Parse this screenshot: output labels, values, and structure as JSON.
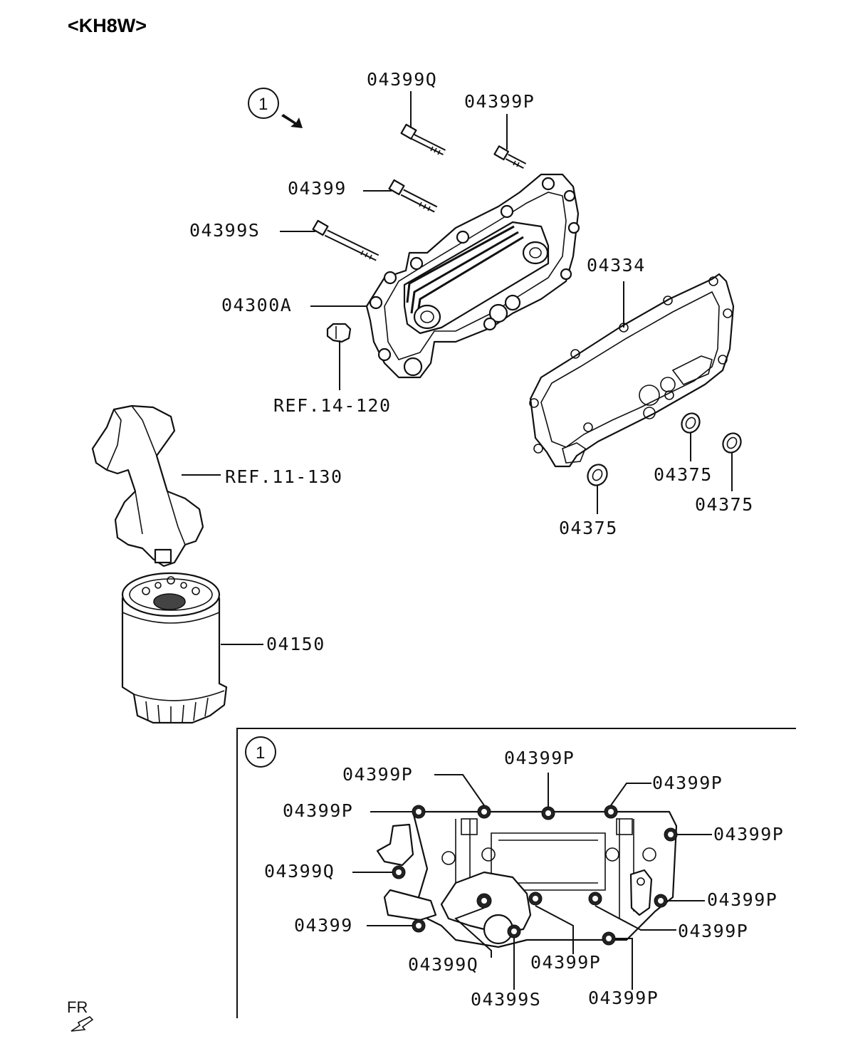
{
  "header": {
    "model_code": "<KH8W>"
  },
  "callout_number": "1",
  "fr_label": "FR",
  "main_labels": {
    "bolt_q": "04399Q",
    "bolt_p": "04399P",
    "bolt": "04399",
    "bolt_s": "04399S",
    "oil_cooler": "04300A",
    "gasket": "04334",
    "ref_14": "REF.14-120",
    "ref_11": "REF.11-130",
    "oring_a": "04375",
    "oring_b": "04375",
    "oring_c": "04375",
    "oil_filter": "04150"
  },
  "detail_labels": {
    "top_center": "04399P",
    "top_left": "04399P",
    "top_right": "04399P",
    "left_upper": "04399P",
    "right_upper": "04399P",
    "left_q": "04399Q",
    "right_mid": "04399P",
    "left_bolt": "04399",
    "right_lower": "04399P",
    "bottom_q": "04399Q",
    "bottom_p1": "04399P",
    "bottom_s": "04399S",
    "bottom_p2": "04399P"
  }
}
